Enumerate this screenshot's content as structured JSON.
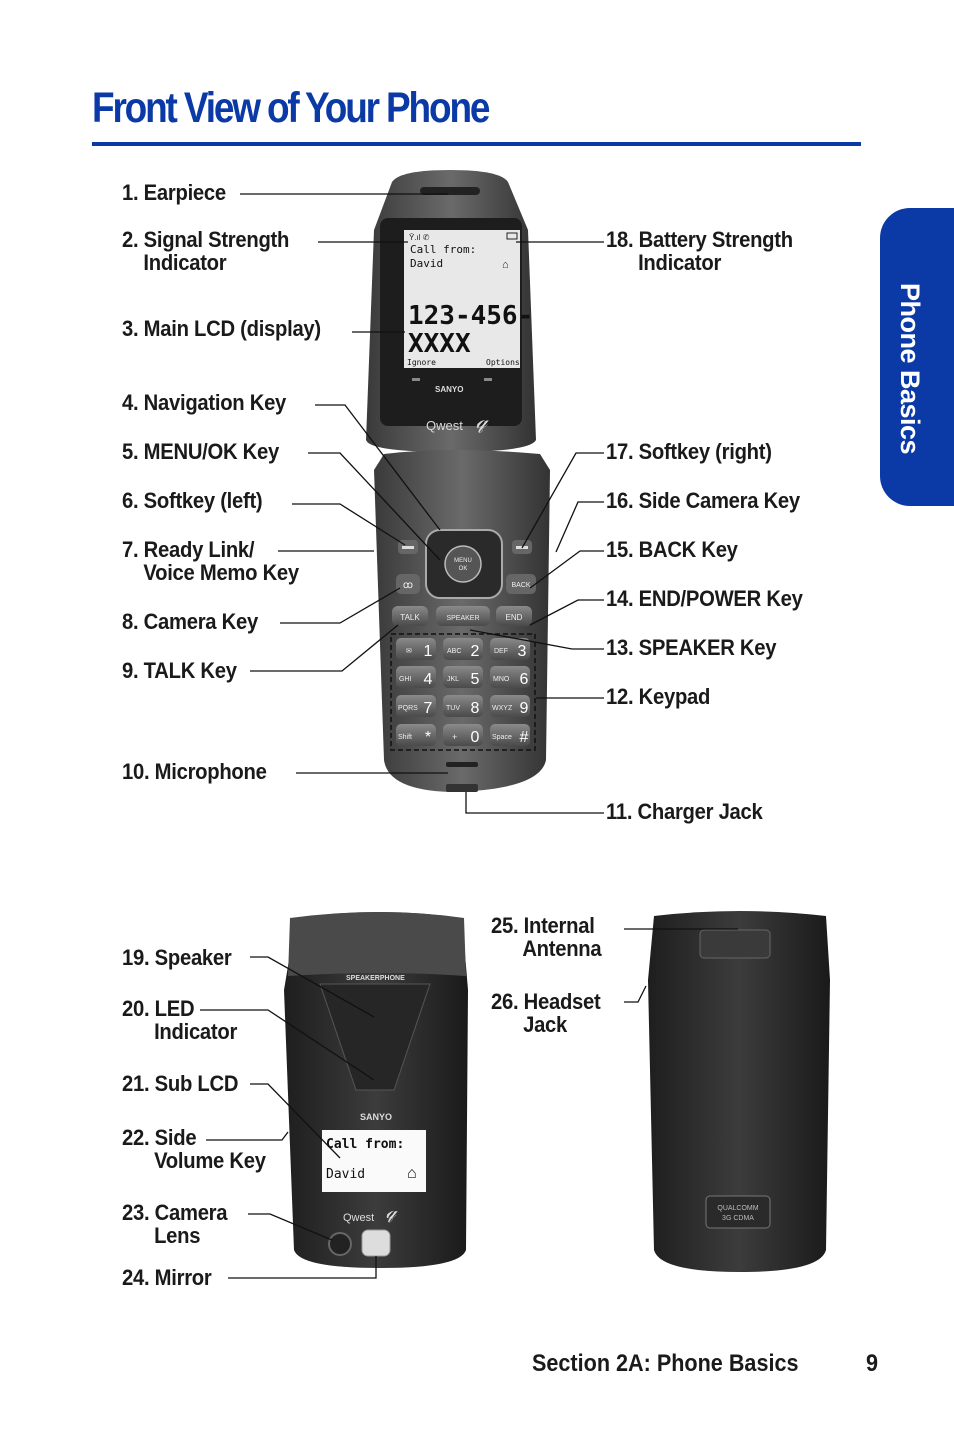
{
  "page": {
    "title": "Front View of Your Phone",
    "side_tab": "Phone Basics",
    "footer_section": "Section 2A: Phone Basics",
    "footer_page": "9"
  },
  "front_labels": [
    "1. Earpiece",
    "2. Signal Strength\n    Indicator",
    "3. Main LCD (display)",
    "4. Navigation Key",
    "5. MENU/OK Key",
    "6. Softkey (left)",
    "7. Ready Link/\n    Voice Memo Key",
    "8. Camera Key",
    "9. TALK Key",
    "10. Microphone",
    "11. Charger Jack",
    "12. Keypad",
    "13. SPEAKER Key",
    "14. END/POWER Key",
    "15. BACK Key",
    "16. Side Camera Key",
    "17. Softkey (right)",
    "18. Battery Strength\n      Indicator"
  ],
  "back_labels": [
    "19. Speaker",
    "20. LED\n      Indicator",
    "21. Sub LCD",
    "22. Side\n      Volume Key",
    "23. Camera\n      Lens",
    "24. Mirror",
    "25. Internal\n      Antenna",
    "26. Headset\n      Jack"
  ],
  "phone_screen": {
    "line1": "Call from:",
    "line2": "David",
    "number1": "123-456-",
    "number2": "XXXX",
    "softkey_left": "Ignore",
    "softkey_right": "Options"
  },
  "phone_branding": {
    "maker": "SANYO",
    "carrier": "Qwest",
    "speakerphone": "SPEAKERPHONE",
    "chip_line1": "QUALCOMM",
    "chip_line2": "3G CDMA"
  },
  "phone_keys": {
    "menu_ok": "MENU\nOK",
    "back": "BACK",
    "talk": "TALK",
    "speaker": "SPEAKER",
    "end": "END",
    "keypad": [
      {
        "sub": "",
        "main": "1"
      },
      {
        "sub": "ABC",
        "main": "2"
      },
      {
        "sub": "DEF",
        "main": "3"
      },
      {
        "sub": "GHI",
        "main": "4"
      },
      {
        "sub": "JKL",
        "main": "5"
      },
      {
        "sub": "MNO",
        "main": "6"
      },
      {
        "sub": "PQRS",
        "main": "7"
      },
      {
        "sub": "TUV",
        "main": "8"
      },
      {
        "sub": "WXYZ",
        "main": "9"
      },
      {
        "sub": "Shift",
        "main": "*"
      },
      {
        "sub": "+",
        "main": "0"
      },
      {
        "sub": "Space",
        "main": "#"
      }
    ]
  },
  "sub_screen": {
    "line1": "Call from:",
    "line2": "David"
  }
}
